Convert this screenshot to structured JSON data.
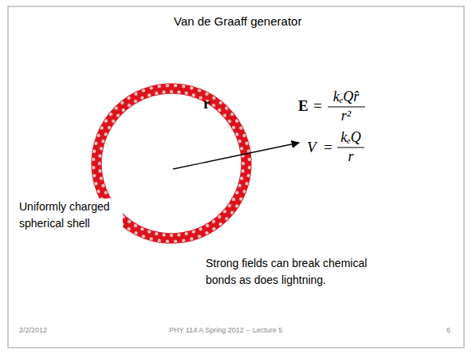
{
  "diagram": {
    "title": "Van de Graaff generator",
    "labels": [
      "r",
      "E",
      "=",
      "kₑQr̂",
      "r²",
      "V",
      "=",
      "kₑQ",
      "r",
      "Uniformly charged spherical shell",
      "Strong fields can break chemical bonds as does lightning.",
      "2/2/2012",
      "PHY 114 A Spring 2012 -- Lecture 5",
      "6"
    ]
  }
}
